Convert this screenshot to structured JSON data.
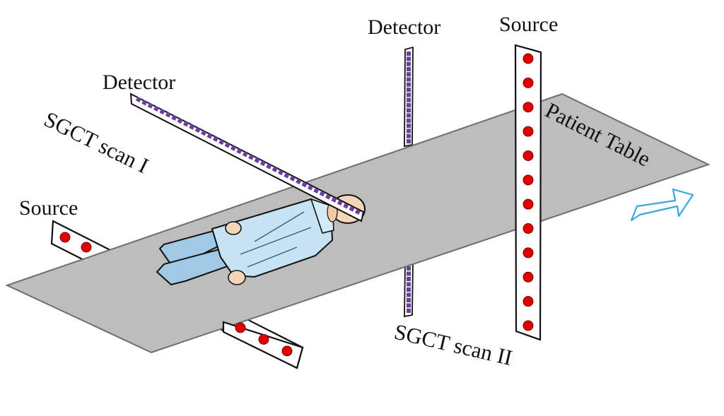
{
  "labels": {
    "detector_left": "Detector",
    "detector_right": "Detector",
    "source_left": "Source",
    "source_right": "Source",
    "scan_1": "SGCT scan I",
    "scan_2": "SGCT scan II",
    "table": "Patient Table"
  },
  "colors": {
    "table_fill": "#bdbdbd",
    "table_stroke": "#6e6e6e",
    "detector_element": "#6b3fa0",
    "source_dot": "#e10000",
    "arrow": "#3aa7dc",
    "gown": "#bfe0f2",
    "skin": "#f5d5b8"
  },
  "icons": {
    "direction": "arrow-right-icon",
    "patient": "patient-figure-icon"
  }
}
